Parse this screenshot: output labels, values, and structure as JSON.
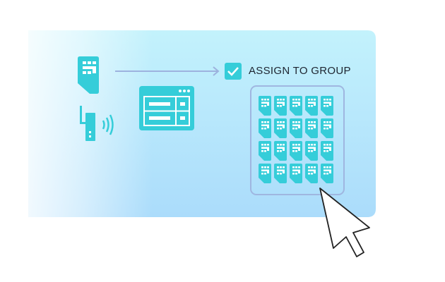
{
  "action": {
    "label": "ASSIGN TO GROUP",
    "checked": true
  },
  "group": {
    "rows": 4,
    "columns": 5
  },
  "icons": [
    "sim-card-icon",
    "router-icon",
    "browser-window-icon",
    "arrow-icon",
    "checkbox-icon",
    "cursor-icon"
  ],
  "colors": {
    "accent": "#35cdd9",
    "card_top": "#c3f2fc",
    "card_bottom": "#abdcfb",
    "arrow": "#9db2de",
    "group_border": "#9fb6e0"
  }
}
